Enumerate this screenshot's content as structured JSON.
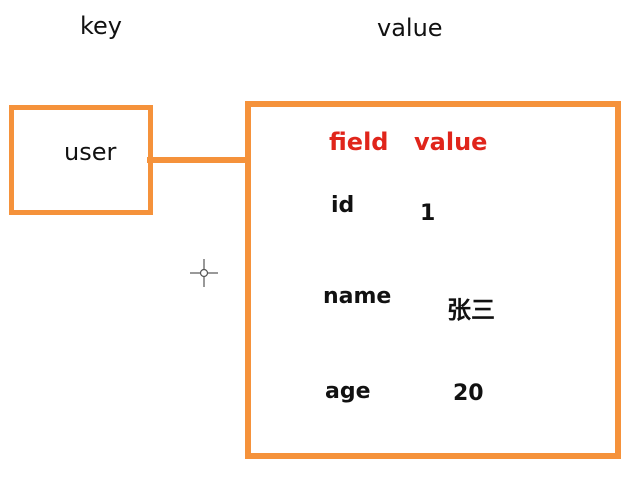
{
  "headers": {
    "key": "key",
    "value": "value"
  },
  "key_box": {
    "label": "user"
  },
  "value_box": {
    "columns": {
      "field": "field",
      "value": "value"
    },
    "rows": [
      {
        "field": "id",
        "value": "1"
      },
      {
        "field": "name",
        "value": "张三"
      },
      {
        "field": "age",
        "value": "20"
      }
    ]
  },
  "colors": {
    "box_border": "#f5923b",
    "column_header": "#e0251b",
    "text": "#111111"
  },
  "icons": {
    "cursor": "crosshair-cursor-icon"
  }
}
